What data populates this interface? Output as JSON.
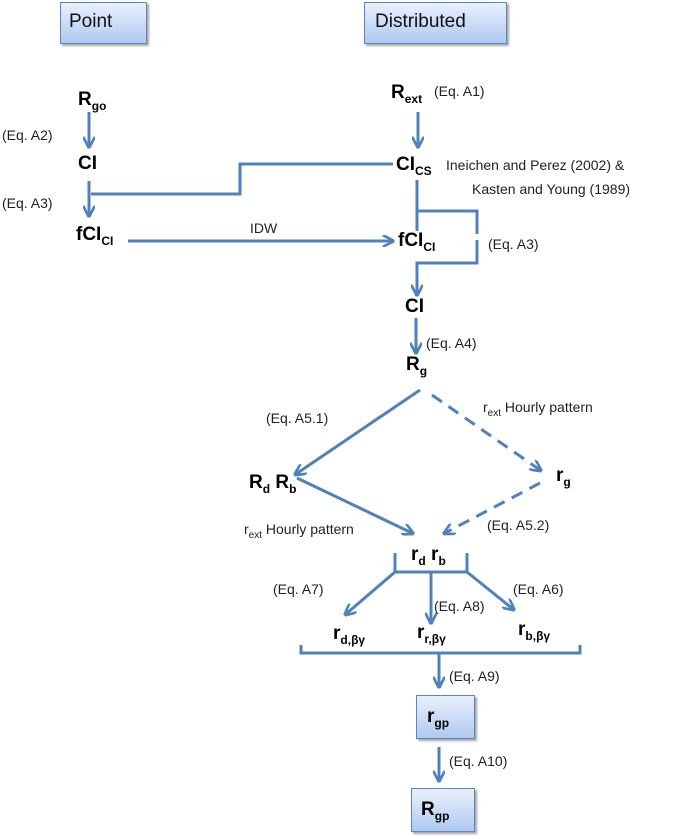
{
  "headers": {
    "point": "Point",
    "distributed": "Distributed"
  },
  "nodes": {
    "r_go": {
      "main": "R",
      "sub": "go"
    },
    "ci_point": {
      "main": "CI"
    },
    "fci_point": {
      "main": "fCI",
      "sub": "CI"
    },
    "r_ext": {
      "main": "R",
      "sub": "ext"
    },
    "ci_cs": {
      "main": "CI",
      "sub": "CS"
    },
    "fci_dist": {
      "main": "fCI",
      "sub": "CI"
    },
    "ci_dist": {
      "main": "CI"
    },
    "r_g_upper": {
      "main": "R",
      "sub": "g"
    },
    "rd_rb_upper": {
      "main1": "R",
      "sub1": "d",
      "main2": "R",
      "sub2": "b"
    },
    "r_g_lower": {
      "main": "r",
      "sub": "g"
    },
    "rd_rb_lower": {
      "main1": "r",
      "sub1": "d",
      "main2": "r",
      "sub2": "b"
    },
    "r_d_bg": {
      "main": "r",
      "sub": "d,βγ"
    },
    "r_r_bg": {
      "main": "r",
      "sub": "r,βγ"
    },
    "r_b_bg": {
      "main": "r",
      "sub": "b,βγ"
    },
    "r_gp": {
      "main": "r",
      "sub": "gp"
    },
    "R_gp": {
      "main": "R",
      "sub": "gp"
    }
  },
  "labels": {
    "eq_a1": "(Eq. A1)",
    "eq_a2": "(Eq. A2)",
    "eq_a3_point": "(Eq. A3)",
    "eq_a3_dist": "(Eq. A3)",
    "eq_a4": "(Eq. A4)",
    "eq_a5_1": "(Eq. A5.1)",
    "eq_a5_2": "(Eq. A5.2)",
    "eq_a6": "(Eq. A6)",
    "eq_a7": "(Eq. A7)",
    "eq_a8": "(Eq. A8)",
    "eq_a9": "(Eq. A9)",
    "eq_a10": "(Eq. A10)",
    "idw": "IDW",
    "ref_line1": "Ineichen and Perez (2002) &",
    "ref_line2": "Kasten and Young (1989)",
    "hourly_upper": {
      "pre": "r",
      "sub": "ext",
      "post": " Hourly pattern"
    },
    "hourly_lower": {
      "pre": "r",
      "sub": "ext",
      "post": " Hourly pattern"
    }
  },
  "colors": {
    "edge": "#4f81bd",
    "box_border": "#5b86c2"
  }
}
